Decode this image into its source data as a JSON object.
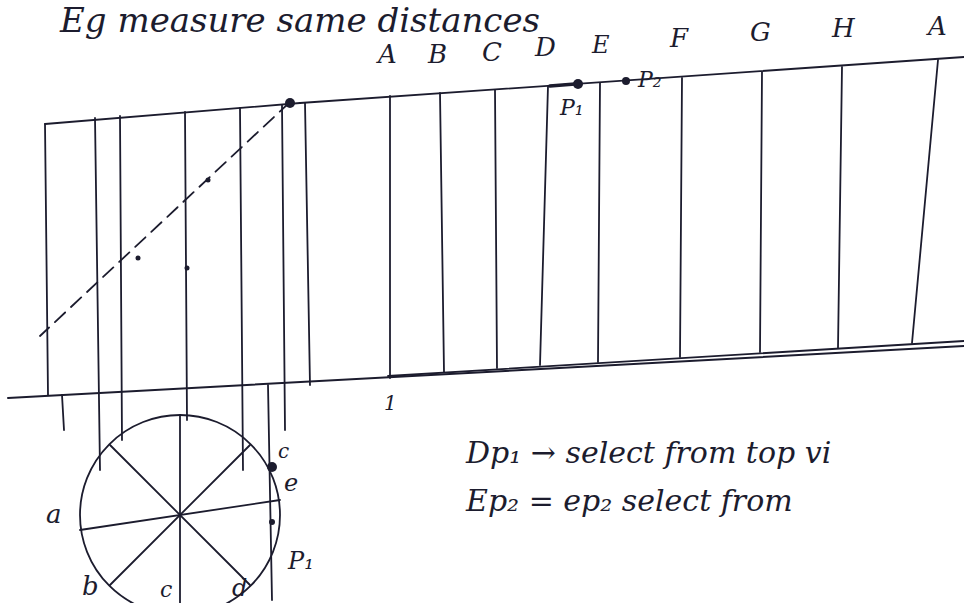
{
  "diagram": {
    "labels": [
      "Eg measure same distances",
      "A",
      "B",
      "C",
      "D",
      "E",
      "F",
      "G",
      "H",
      "A",
      "P₁",
      "P₂",
      "1",
      "a",
      "b",
      "c",
      "d",
      "c",
      "e",
      "P₁",
      "Dp₁ → select from top vi",
      "Ep₂ = ep₂ select from"
    ]
  }
}
